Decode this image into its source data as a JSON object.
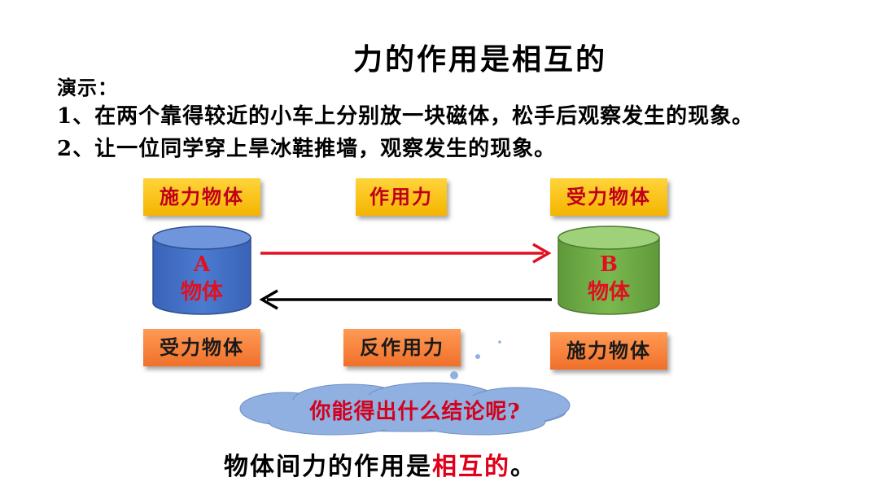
{
  "title": "力的作用是相互的",
  "demo": {
    "label": "演示：",
    "item1": "1、在两个靠得较近的小车上分别放一块磁体，松手后观察发生的现象。",
    "item2": "2、让一位同学穿上旱冰鞋推墙，观察发生的现象。"
  },
  "labels": {
    "top_left": "施力物体",
    "top_center": "作用力",
    "top_right": "受力物体",
    "bottom_left": "受力物体",
    "bottom_center": "反作用力",
    "bottom_right": "施力物体"
  },
  "cylinders": {
    "a_letter": "A",
    "a_name": "物体",
    "b_letter": "B",
    "b_name": "物体"
  },
  "question": "你能得出什么结论呢?",
  "conclusion": {
    "prefix": "物体间力的作用是",
    "highlight": "相互的",
    "suffix": "。"
  },
  "colors": {
    "cylinder_a": "#4472c4",
    "cylinder_b": "#70ad47",
    "arrow_top": "#e01020",
    "arrow_bottom": "#000000",
    "cloud": "#8fb0e0"
  }
}
